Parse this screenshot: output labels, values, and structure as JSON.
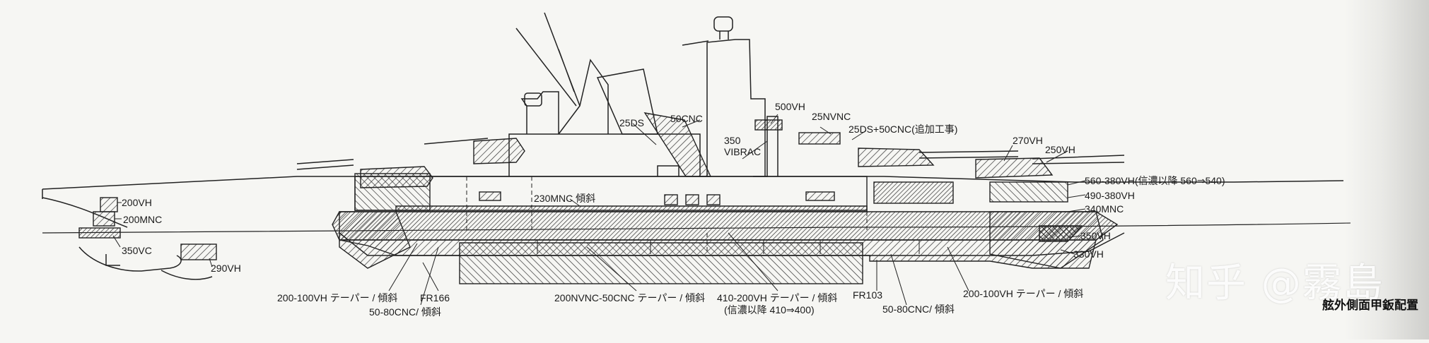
{
  "labels": {
    "l200vh_fore": "200VH",
    "l200mnc": "200MNC",
    "l350vc": "350VC",
    "l290vh": "290VH",
    "l25ds": "25DS",
    "l50cnc": "50CNC",
    "l500vh": "500VH",
    "l350vibrac_1": "350",
    "l350vibrac_2": "VIBRAC",
    "l25nvnc": "25NVNC",
    "l25ds50cnc": "25DS+50CNC(追加工事)",
    "l270vh": "270VH",
    "l250vh": "250VH",
    "l560_380vh": "560-380VH(信濃以降 560⇒540)",
    "l490_380vh": "490-380VH",
    "l340mnc": "340MNC",
    "l350vh": "350VH",
    "l330vh": "330VH",
    "l230mnc": "230MNC 傾斜",
    "l200_100vh_fore": "200-100VH テーパー / 傾斜",
    "l50_80cnc_fore": "50-80CNC/ 傾斜",
    "lfr166": "FR166",
    "l200nvnc": "200NVNC-50CNC テーパー / 傾斜",
    "l410_200vh_1": "410-200VH テーパー / 傾斜",
    "l410_200vh_2": "(信濃以降 410⇒400)",
    "lfr103": "FR103",
    "l50_80cnc_aft": "50-80CNC/ 傾斜",
    "l200_100vh_aft": "200-100VH テーパー / 傾斜"
  },
  "watermark": "知乎 @霧島",
  "caption": "舷外側面甲鈑配置",
  "colors": {
    "line": "#222222",
    "hatch": "#333333",
    "paper": "#f6f6f3"
  }
}
